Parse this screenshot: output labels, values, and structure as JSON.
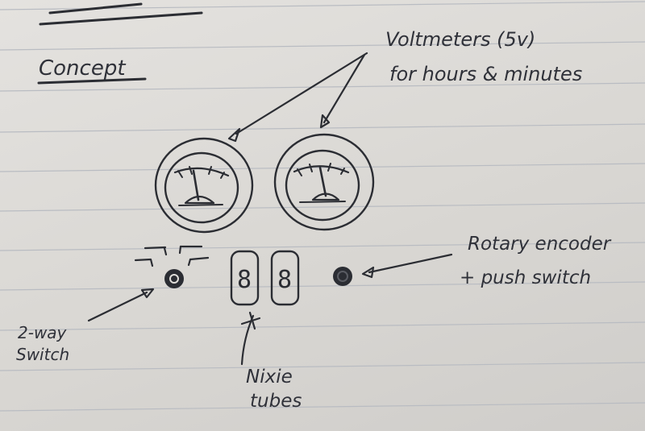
{
  "heading": "Concept",
  "labels": {
    "voltmeters_line1": "Voltmeters (5v)",
    "voltmeters_line2": "for hours & minutes",
    "rotary_line1": "Rotary encoder",
    "rotary_line2": "+ push switch",
    "switch_line1": "2-way",
    "switch_line2": "Switch",
    "nixie_line1": "Nixie",
    "nixie_line2": "tubes"
  },
  "nixie_digits": [
    "8",
    "8"
  ],
  "colors": {
    "paper": "#dcdad6",
    "ink": "#2b2d33",
    "rule": "#b9bcc2"
  }
}
